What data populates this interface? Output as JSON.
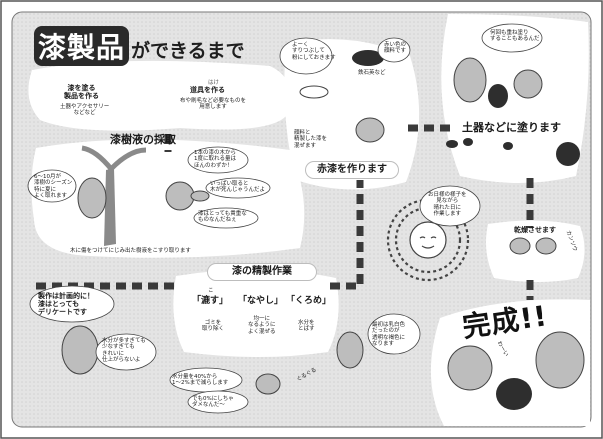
{
  "title": {
    "kanji": "漆製品",
    "rest": "ができるまで"
  },
  "intro": {
    "left": "漆を塗る\n製品を作る",
    "left_sub": "土器やアクセサリー\nなどなど",
    "right": "道具を作る",
    "right_ruby": "はけ",
    "right_sub": "布や刷毛など必要なものを\n用意します"
  },
  "steps": {
    "harvest": "漆樹液の採取",
    "akaurushi": "赤漆を作ります",
    "nuru": "土器などに塗ります",
    "kanso": "乾燥させます",
    "seisei": "漆の精製作業",
    "kansei": "完成!!"
  },
  "seisei_items": [
    {
      "ruby": "こ",
      "label": "「漉す」",
      "desc": "ゴミを\n取り除く"
    },
    {
      "ruby": "",
      "label": "「なやし」",
      "desc": "均一に\nなるように\nよく混ぜる"
    },
    {
      "ruby": "",
      "label": "「くろめ」",
      "desc": "水分を\nとばす"
    }
  ],
  "notes": {
    "season": "6〜10月が\n漆樹のシーズン\n特に夏に\nよく取れます",
    "one_tree": "1本の漆の木から\n1度に取れる量は\nほんのわずか！",
    "ippai": "いっぱい取ると\n木が死んじゃうんだよ",
    "precious": "漆はとっても貴重な\nものなんだねぇ",
    "caption": "木に傷をつけてにじみ出た樹液をこすり取ります",
    "yoku": "よーく\nすりつぶして\n粉にしておきます",
    "red_pigment": "赤い色の\n顔料です",
    "tetsusekiei": "鉄石英など",
    "mix": "顔料と\n精製した漆を\n混ぜます",
    "many_times": "何回も重ね塗り\nすることもあるんだ",
    "sunny": "お日様の様子を\n見ながら\n晴れた日に\n作業します",
    "kanso_bubble": "カンソウ",
    "plan": "製作は計画的に！\n漆はとっても\nデリケートです",
    "too_much": "水分が多すぎても\n少なすぎても\nきれいに\n仕上がらないよ",
    "water40": "水分量を40%から\n1〜2%まで減らします",
    "zero": "でも0%にしちゃ\nダメなんだ〜",
    "milky": "最初は乳白色\nだったのが\n透明な褐色に\nなります",
    "guruguru": "ぐるぐる",
    "exclaim": "わーい"
  }
}
